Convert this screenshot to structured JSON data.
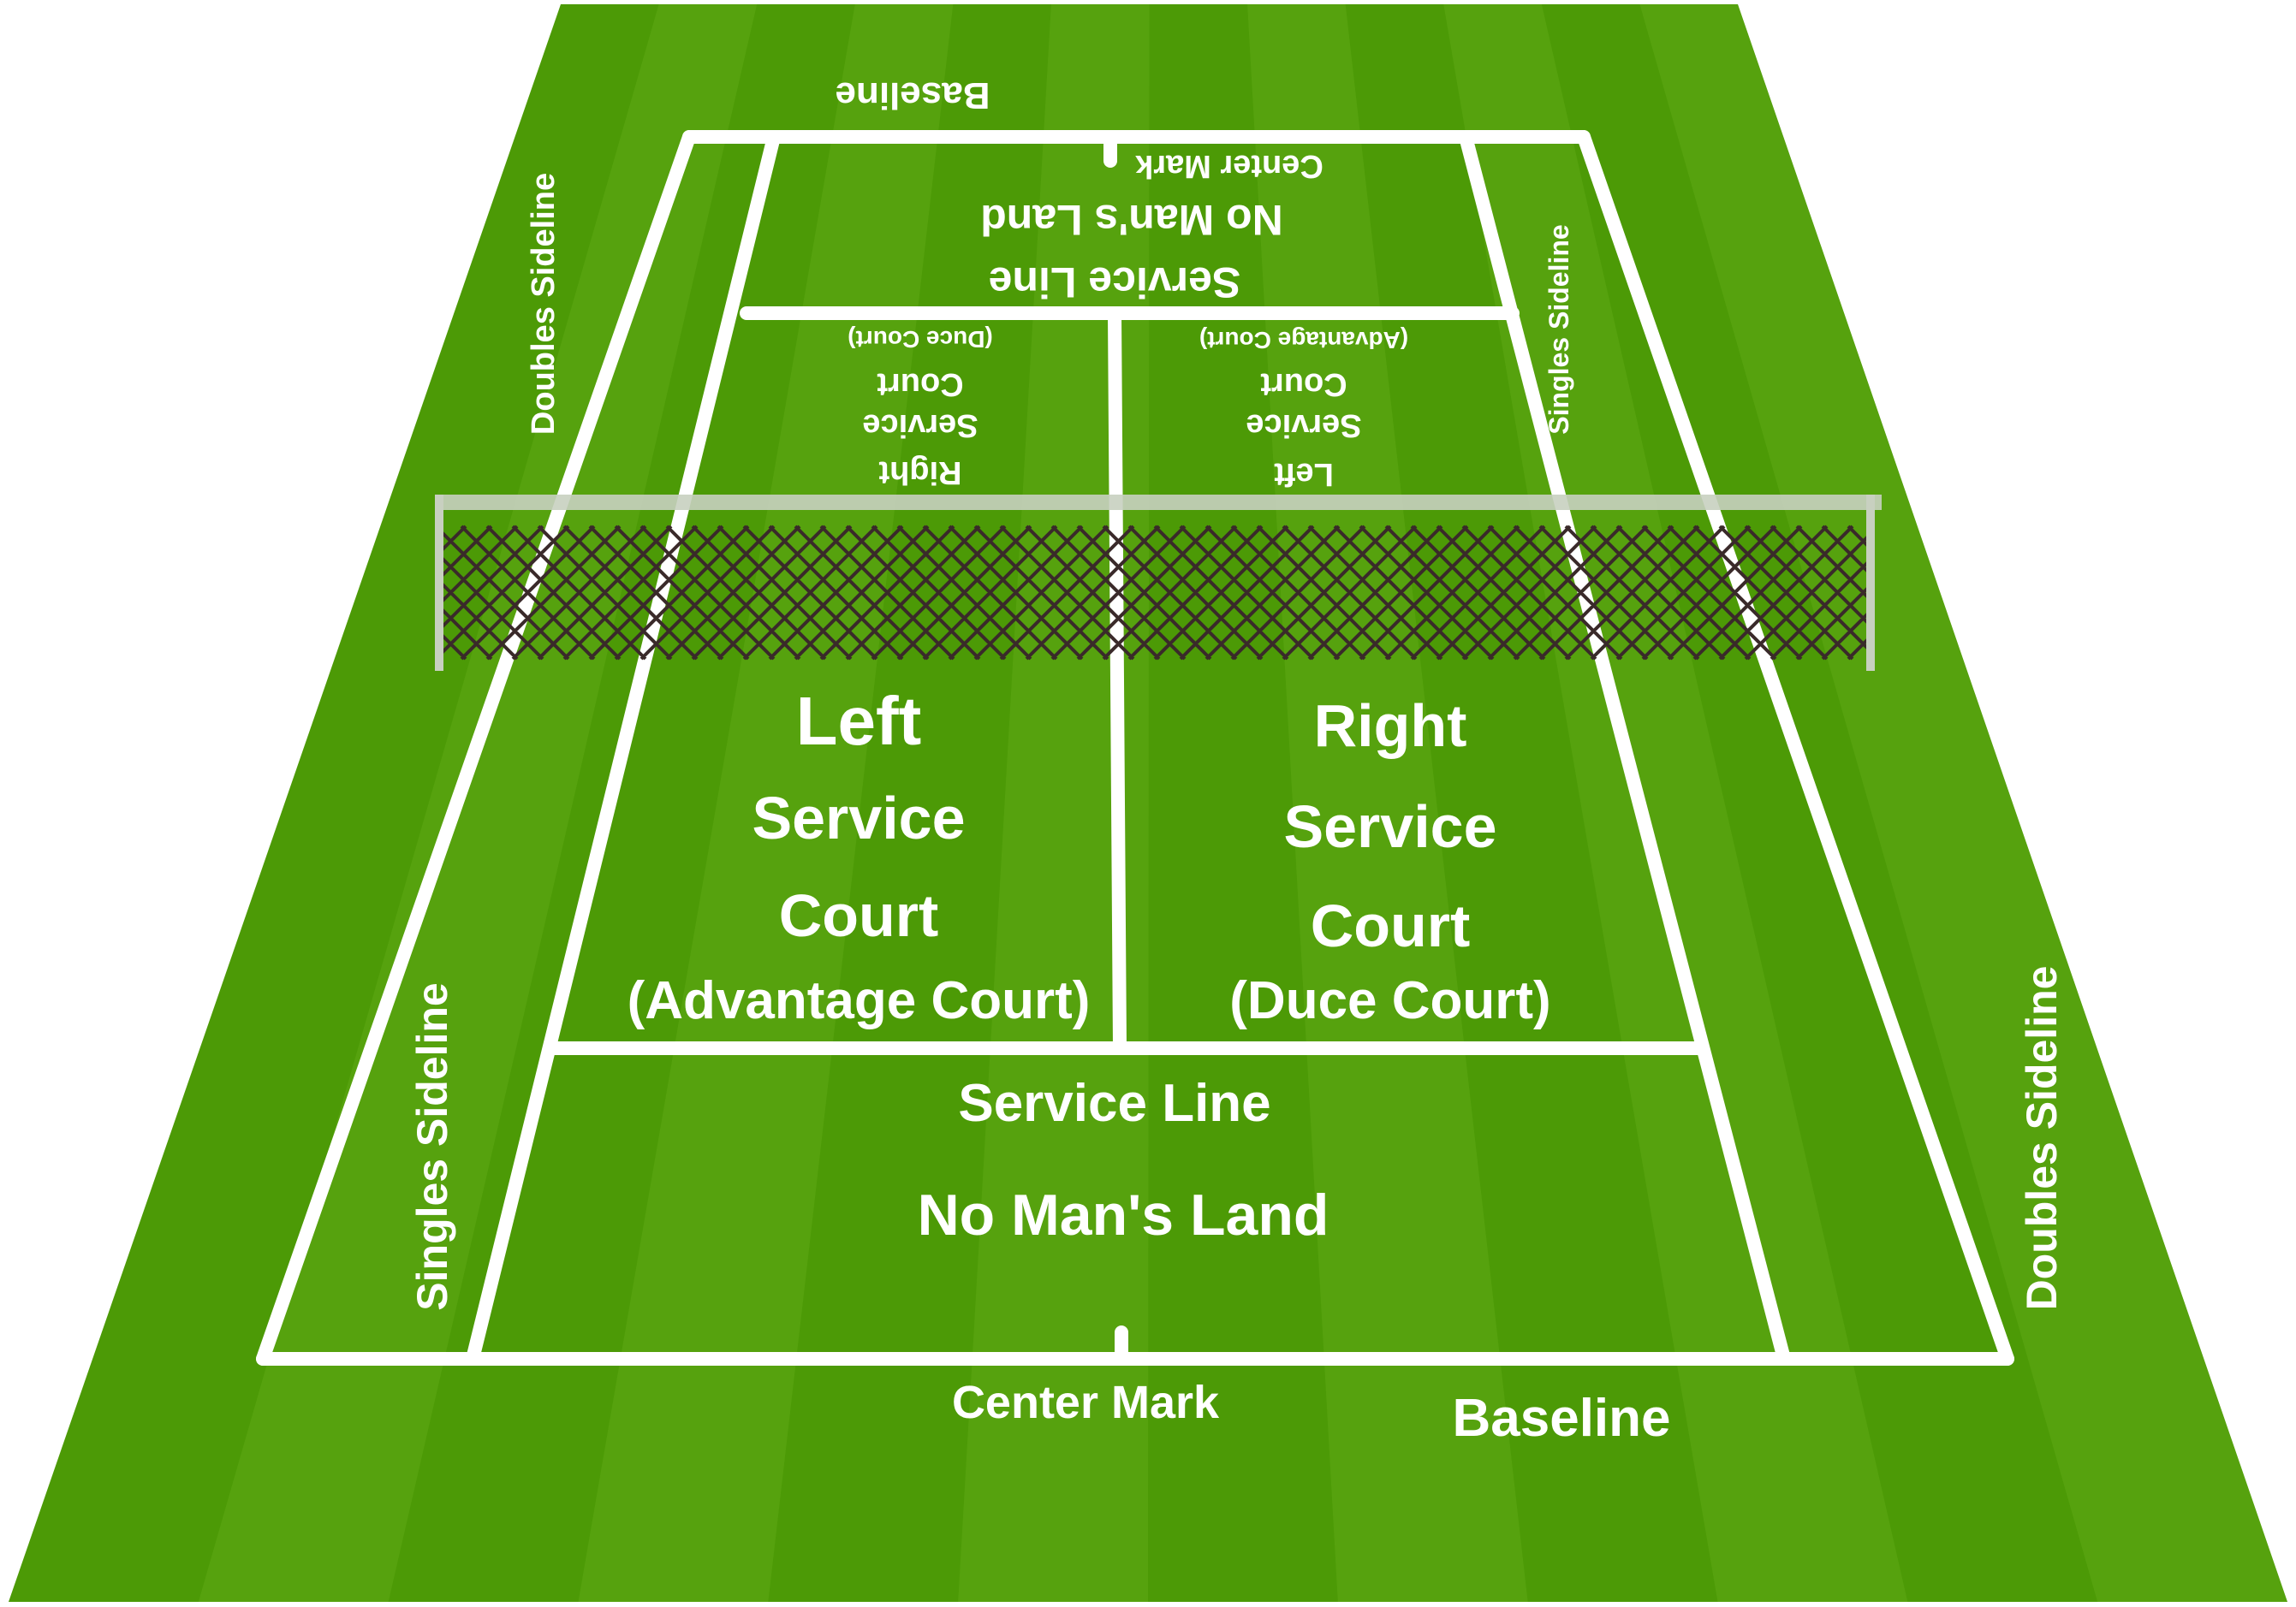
{
  "colors": {
    "grass_dark": "#4c9a06",
    "grass_light": "#5ea916",
    "line": "#ffffff",
    "net_mesh": "#3a2a2a",
    "net_post": "#c8d0c0"
  },
  "near": {
    "left_service_court": [
      "Left",
      "Service",
      "Court",
      "(Advantage Court)"
    ],
    "right_service_court": [
      "Right",
      "Service",
      "Court",
      "(Duce Court)"
    ],
    "service_line": "Service Line",
    "no_mans_land": "No Man's Land",
    "center_mark": "Center Mark",
    "baseline": "Baseline",
    "singles_sideline": "Singles Sideline",
    "doubles_sideline": "Doubles Sideline"
  },
  "far": {
    "right_service_court": [
      "Right",
      "Service",
      "Court",
      "(Duce Court)"
    ],
    "left_service_court": [
      "Left",
      "Service",
      "Court",
      "(Advantage Court)"
    ],
    "service_line": "Service Line",
    "no_mans_land": "No Man's Land",
    "center_mark": "Center Mark",
    "baseline": "Baseline",
    "singles_sideline": "Singles Sideline",
    "doubles_sideline": "Doubles Sideline"
  }
}
